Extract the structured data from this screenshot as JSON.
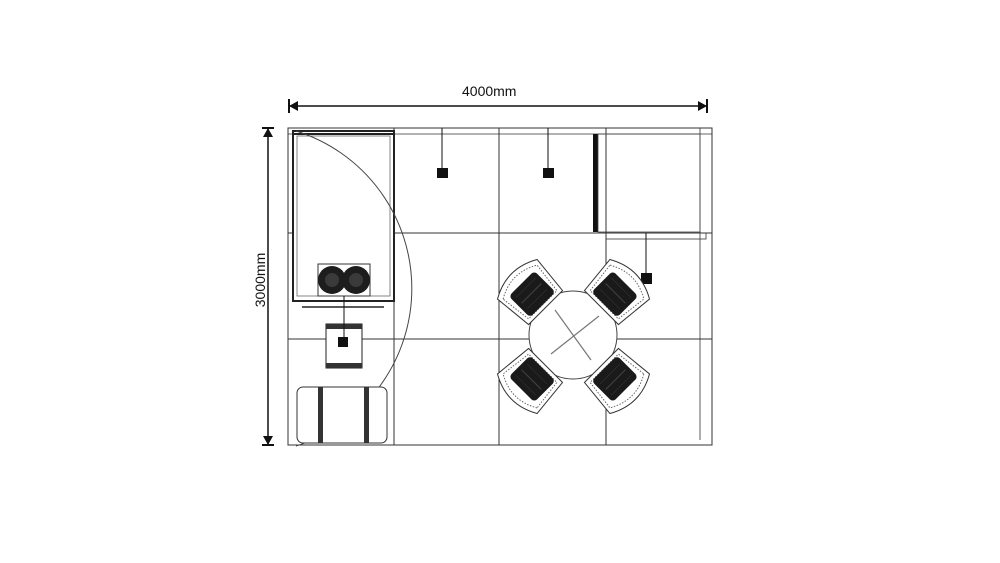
{
  "dimensions": {
    "width_label": "4000mm",
    "height_label": "3000mm"
  },
  "plan": {
    "type": "exhibition booth floor plan",
    "grid": {
      "columns": 4,
      "rows": 3
    },
    "elements": [
      {
        "name": "storage-room",
        "desc": "enclosed storeroom with quarter-circle door swing"
      },
      {
        "name": "plant-planter",
        "desc": "planter with two shrubs"
      },
      {
        "name": "counter",
        "desc": "reception counter with shelf"
      },
      {
        "name": "stool",
        "desc": "bar stool"
      },
      {
        "name": "table",
        "desc": "round table with cross base"
      },
      {
        "name": "chairs",
        "count": 4
      },
      {
        "name": "spotlights",
        "count": 4
      },
      {
        "name": "back-wall-panel",
        "desc": "graphic panel with frame"
      }
    ]
  },
  "colors": {
    "line": "#222222",
    "fill_dark": "#111111",
    "bg": "#ffffff"
  }
}
